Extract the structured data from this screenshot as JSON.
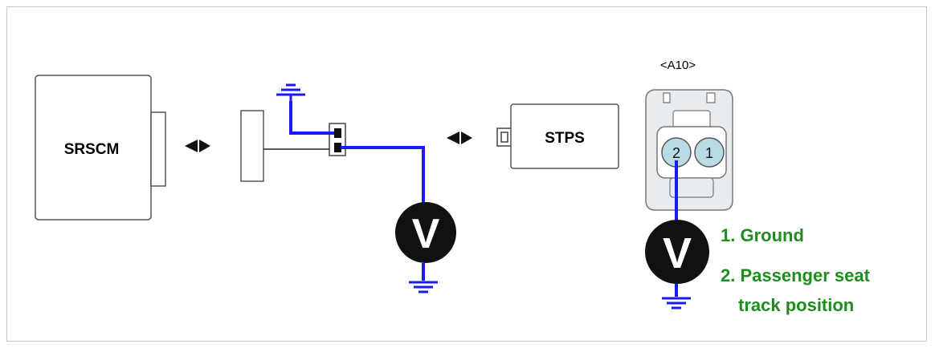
{
  "modules": {
    "srscm": "SRSCM",
    "stps": "STPS"
  },
  "connector": {
    "id": "<A10>",
    "pin_left": "2",
    "pin_right": "1"
  },
  "meters": {
    "left_symbol": "V",
    "right_symbol": "V"
  },
  "legend": {
    "item1": "1. Ground",
    "item2_line1": "2. Passenger seat",
    "item2_line2": "track position"
  },
  "colors": {
    "wire": "#1a1aff",
    "legend_text": "#1e8c1e",
    "pin_fill": "#b9dbe6",
    "connector_fill": "#e9ecee"
  },
  "icons": [
    "bidirectional-arrow-icon",
    "ground-symbol-icon",
    "voltmeter-icon"
  ]
}
